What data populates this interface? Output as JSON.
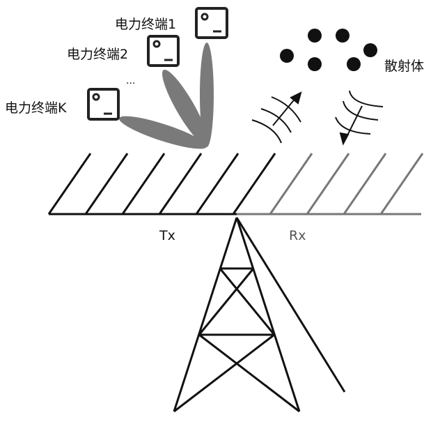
{
  "terminals": [
    {
      "label": "电力终端1"
    },
    {
      "label": "电力终端2"
    },
    {
      "label": "电力终端K"
    }
  ],
  "ellipsis": "...",
  "scatterer_label": "散射体",
  "tx_label": "Tx",
  "rx_label": "Rx",
  "colors": {
    "beam": "#7a7a7a",
    "rx_array": "#777777",
    "ink": "#111111"
  }
}
